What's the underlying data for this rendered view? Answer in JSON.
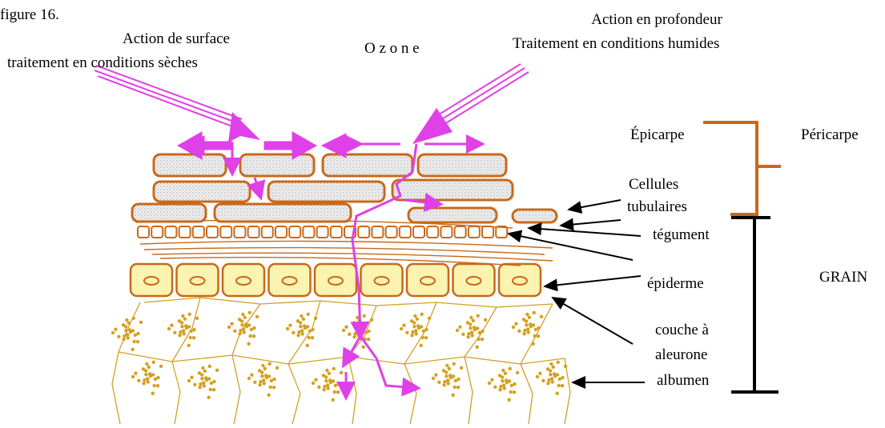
{
  "caption_fragment": "figure 16.",
  "left_action": {
    "line1": "Action de surface",
    "line2": "traitement en conditions sèches"
  },
  "ozone": "O z o n e",
  "right_action": {
    "line1": "Action en profondeur",
    "line2": "Traitement en conditions humides"
  },
  "labels": {
    "epicarpe": "Épicarpe",
    "pericarpe": "Péricarpe",
    "cellules": "Cellules",
    "tubulaires": "tubulaires",
    "tegument": "tégument",
    "epiderme": "épiderme",
    "grain": "GRAIN",
    "couche": "couche à",
    "aleurone": "aleurone",
    "albumen": "albumen"
  },
  "colors": {
    "ozone_arrow": "#e040e8",
    "cell_outline": "#c8691a",
    "cell_fill": "#fbf3b0",
    "aleurone": "#d4a020"
  }
}
